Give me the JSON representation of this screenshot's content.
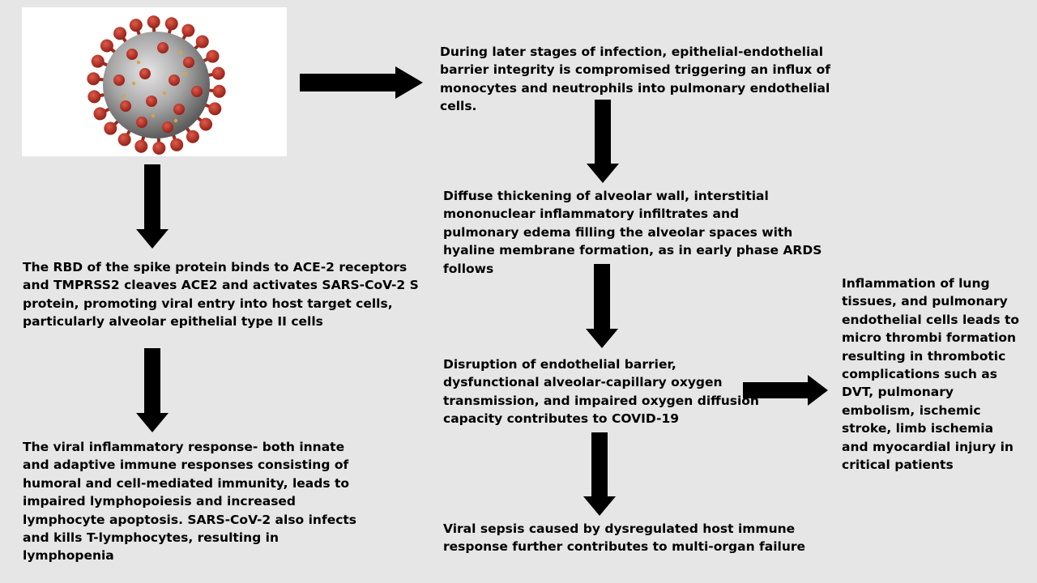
{
  "image": {
    "subject": "coronavirus particle illustration",
    "spike_color": "#c0392b",
    "body_color": "#8e8e8e"
  },
  "boxes": {
    "binding": "The RBD of the spike protein binds to ACE-2 receptors\nand TMPRSS2 cleaves ACE2 and activates SARS-CoV-2 S\nprotein, promoting viral entry into host target cells,\nparticularly alveolar epithelial type II cells",
    "immune": "The viral inflammatory response- both innate\nand adaptive immune responses consisting of\nhumoral and cell-mediated immunity, leads to\nimpaired lymphopoiesis and increased\nlymphocyte apoptosis. SARS-CoV-2 also infects\nand kills T-lymphocytes, resulting in\nlymphopenia",
    "barrier": "During later stages of infection, epithelial-endothelial\nbarrier integrity is compromised  triggering an influx of\nmonocytes and neutrophils into pulmonary endothelial\ncells.",
    "thickening": "Diffuse thickening of alveolar wall,  interstitial\nmononuclear inflammatory infiltrates and\npulmonary edema filling the alveolar spaces with\nhyaline membrane formation, as in early phase ARDS\nfollows",
    "disruption": "Disruption of endothelial barrier,\ndysfunctional alveolar-capillary oxygen\ntransmission, and impaired oxygen diffusion\ncapacity contributes to COVID-19",
    "sepsis": "Viral sepsis caused by dysregulated host immune\nresponse further contributes to multi-organ failure",
    "thrombi": "Inflammation of lung\ntissues, and pulmonary\nendothelial cells leads to\nmicro thrombi formation\nresulting in thrombotic\ncomplications such as\nDVT, pulmonary\nembolism, ischemic\nstroke, limb ischemia\nand myocardial injury in\ncritical patients"
  },
  "colors": {
    "background": "#e7e6e6",
    "arrow": "#000000",
    "text": "#000000"
  }
}
